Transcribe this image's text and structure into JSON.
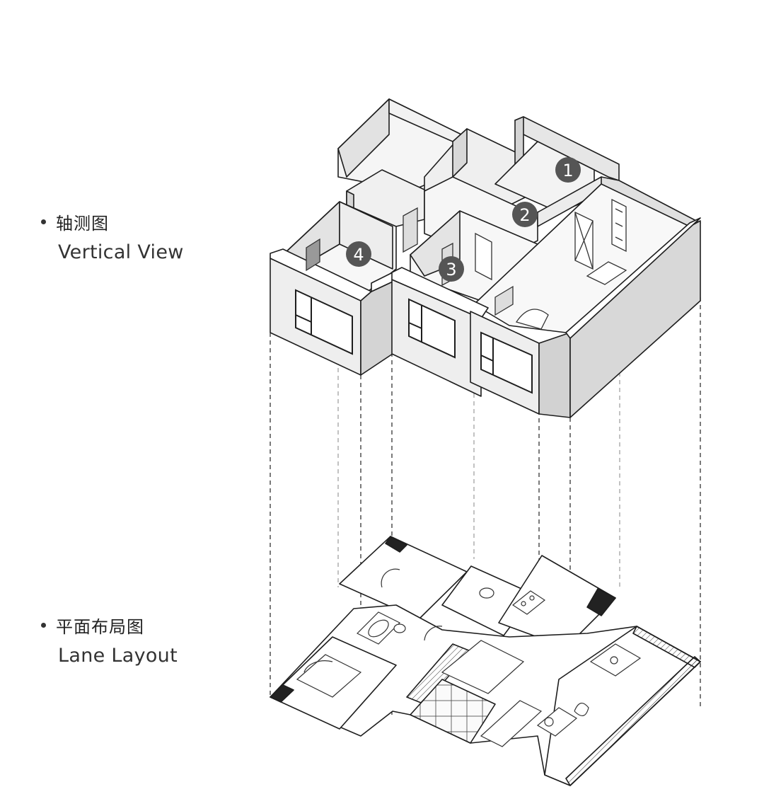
{
  "legend": {
    "iso": {
      "zh": "轴测图",
      "en": "Vertical View"
    },
    "plan": {
      "zh": "平面布局图",
      "en": "Lane Layout"
    }
  },
  "markers": [
    {
      "label": "1"
    },
    {
      "label": "2"
    },
    {
      "label": "3"
    },
    {
      "label": "4"
    }
  ],
  "colors": {
    "wall_face": "#efefef",
    "wall_side": "#d9d9d9",
    "wall_dark": "#c4c4c4",
    "floor": "#fafafa",
    "line": "#1e1e1e",
    "badge": "#555555"
  }
}
